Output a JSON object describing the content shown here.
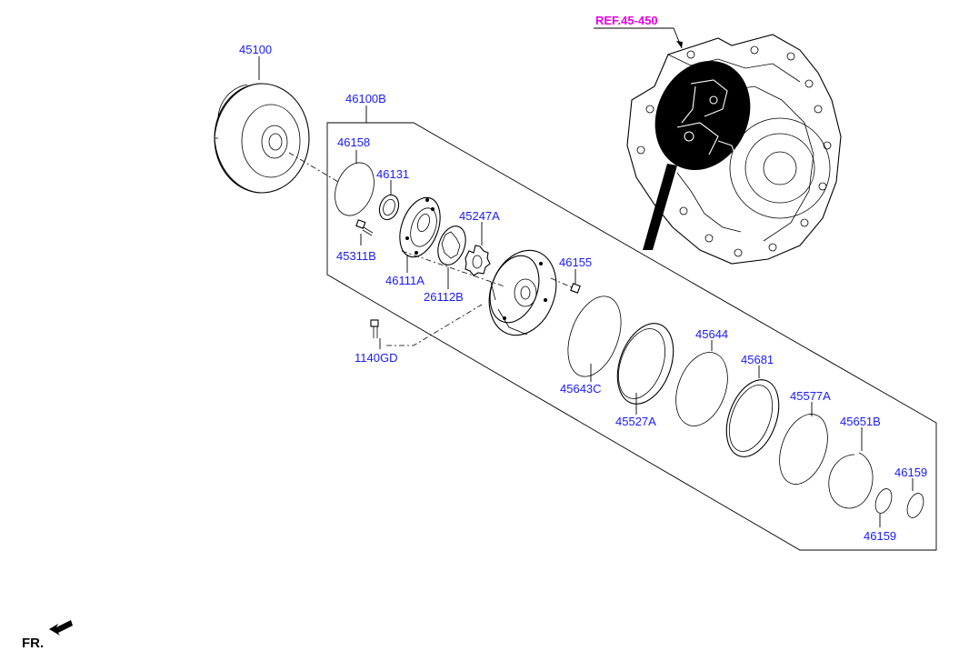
{
  "ref_label": "REF.45-450",
  "orientation_label": "FR.",
  "parts": {
    "p45100": "45100",
    "p46100B": "46100B",
    "p46158": "46158",
    "p46131": "46131",
    "p45247A": "45247A",
    "p45311B": "45311B",
    "p46111A": "46111A",
    "p26112B": "26112B",
    "p46155": "46155",
    "p1140GD": "1140GD",
    "p45643C": "45643C",
    "p45527A": "45527A",
    "p45644": "45644",
    "p45681": "45681",
    "p45577A": "45577A",
    "p45651B": "45651B",
    "p46159a": "46159",
    "p46159b": "46159"
  },
  "colors": {
    "part_number": "#1a1aff",
    "reference": "#e600e6",
    "line": "#000000"
  }
}
